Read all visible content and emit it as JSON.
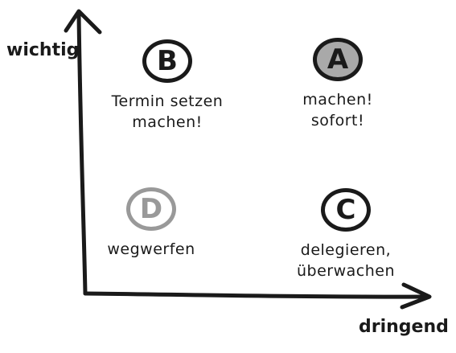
{
  "axes": {
    "y_label": "wichtig",
    "x_label": "dringend"
  },
  "quadrants": {
    "b": {
      "letter": "B",
      "lines": [
        "Termin setzen",
        "machen!"
      ]
    },
    "a": {
      "letter": "A",
      "lines": [
        "machen!",
        "sofort!"
      ]
    },
    "d": {
      "letter": "D",
      "lines": [
        "wegwerfen"
      ]
    },
    "c": {
      "letter": "C",
      "lines": [
        "delegieren,",
        "überwachen"
      ]
    }
  },
  "colors": {
    "ink": "#1a1a1a",
    "a_fill": "#a9a9a9",
    "d_faded": "#999999"
  }
}
